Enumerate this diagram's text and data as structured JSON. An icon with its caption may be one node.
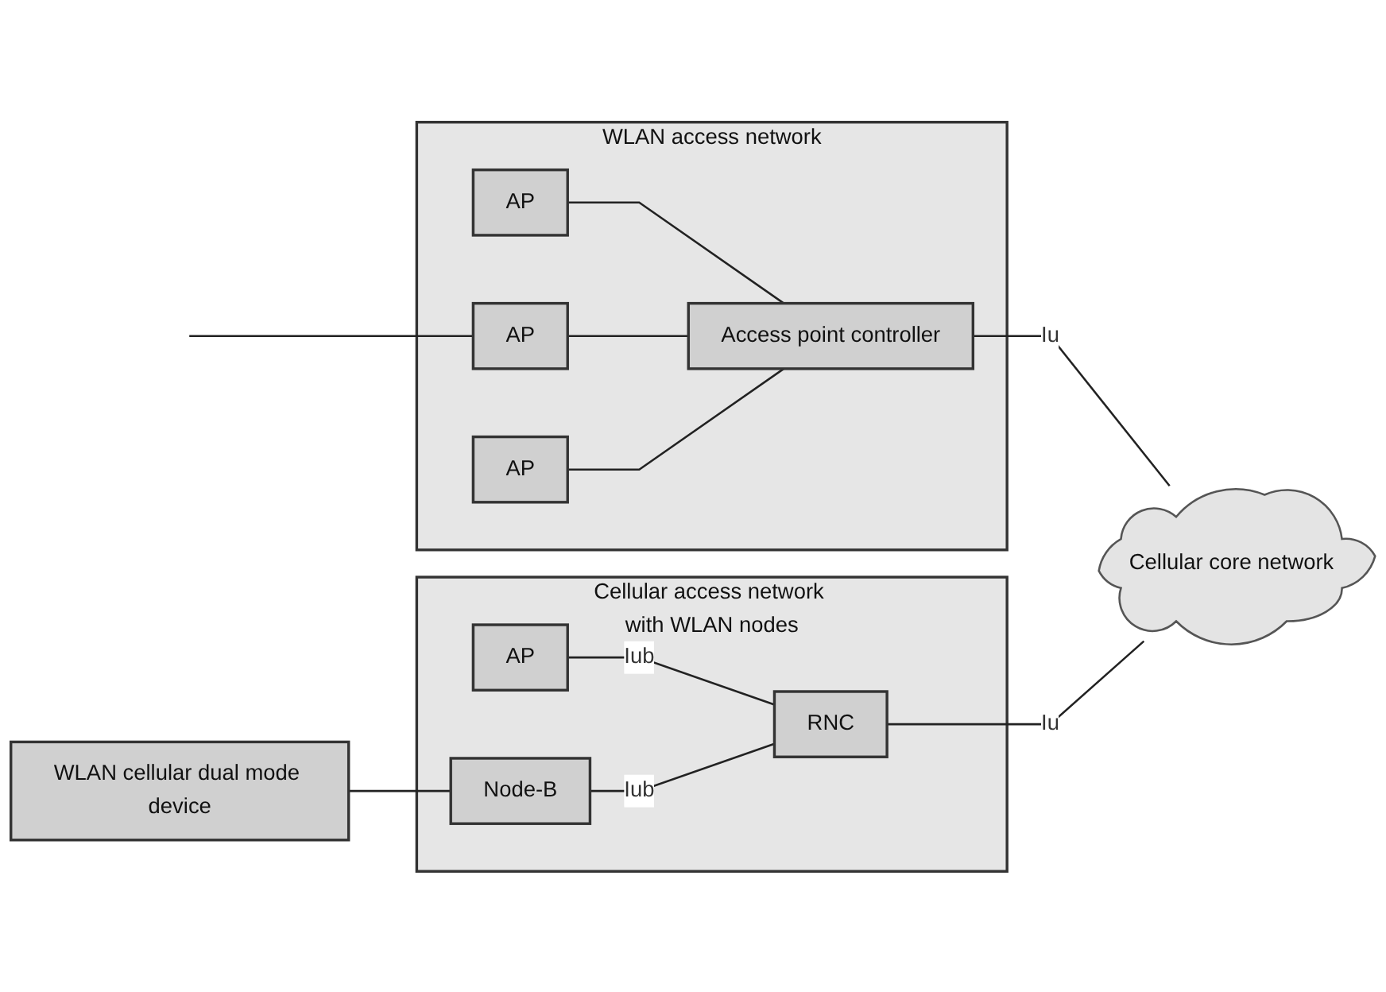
{
  "diagram": {
    "nodes": [
      {
        "text": [
          "WLAN access network"
        ]
      },
      {
        "text": [
          "AP"
        ],
        "in": 0
      },
      {
        "text": [
          "AP"
        ],
        "in": 0
      },
      {
        "text": [
          "AP"
        ],
        "in": 0
      },
      {
        "text": [
          "Access point controller"
        ],
        "in": 0
      },
      {
        "text": [
          "Cellular core network"
        ]
      },
      {
        "text": [
          "Cellular access network with WLAN nodes"
        ]
      },
      {
        "text": [
          "AP"
        ],
        "in": 6
      },
      {
        "text": [
          "Node-B"
        ],
        "in": 6
      },
      {
        "text": [
          "RNC"
        ],
        "in": 6
      },
      {
        "text": [
          "WLAN cellular dual mode device"
        ]
      }
    ],
    "edges": [
      {
        "from": null,
        "to": 2,
        "arrow": "none"
      },
      {
        "from": 1,
        "to": 4,
        "arrow": "none"
      },
      {
        "from": 2,
        "to": 4,
        "arrow": "none"
      },
      {
        "from": 3,
        "to": 4,
        "arrow": "none"
      },
      {
        "from": 4,
        "to": 5,
        "arrow": "none",
        "label": "Iu"
      },
      {
        "from": 10,
        "to": 8,
        "arrow": "none"
      },
      {
        "from": 7,
        "to": 9,
        "arrow": "none",
        "label": "Iub"
      },
      {
        "from": 8,
        "to": 9,
        "arrow": "none",
        "label": "Iub"
      },
      {
        "from": 9,
        "to": 5,
        "arrow": "none",
        "label": "Iu"
      }
    ]
  }
}
